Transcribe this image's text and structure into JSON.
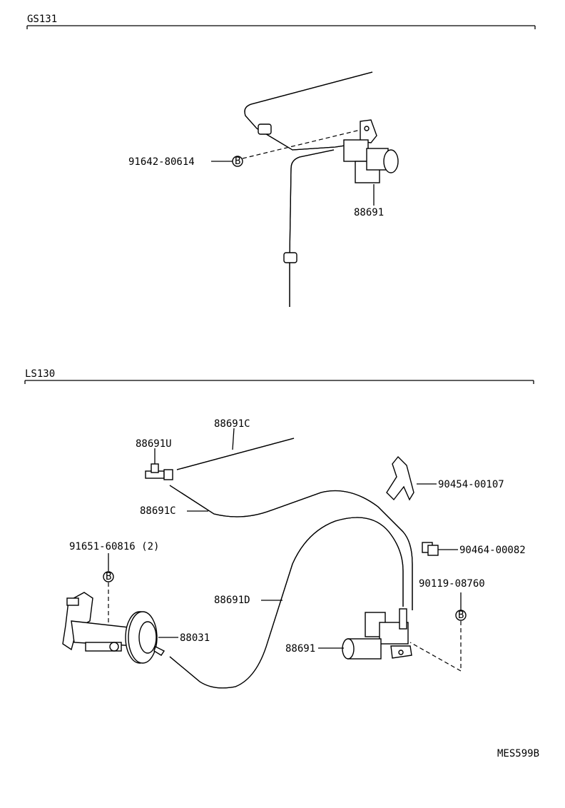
{
  "sections": {
    "upper": {
      "title": "GS131"
    },
    "lower": {
      "title": "LS130"
    }
  },
  "labels": {
    "gs_bolt": "91642-80614",
    "gs_valve": "88691",
    "ls_hose_c_top": "88691C",
    "ls_union": "88691U",
    "ls_hose_c_mid": "88691C",
    "ls_clamp_a": "90454-00107",
    "ls_clamp_b": "90464-00082",
    "ls_screw": "90119-08760",
    "ls_bolt": "91651-60816 (2)",
    "ls_hose_d": "88691D",
    "ls_actuator": "88031",
    "ls_valve": "88691"
  },
  "markers": {
    "bolt_symbol": "B"
  },
  "footer": {
    "code": "MES599B"
  }
}
